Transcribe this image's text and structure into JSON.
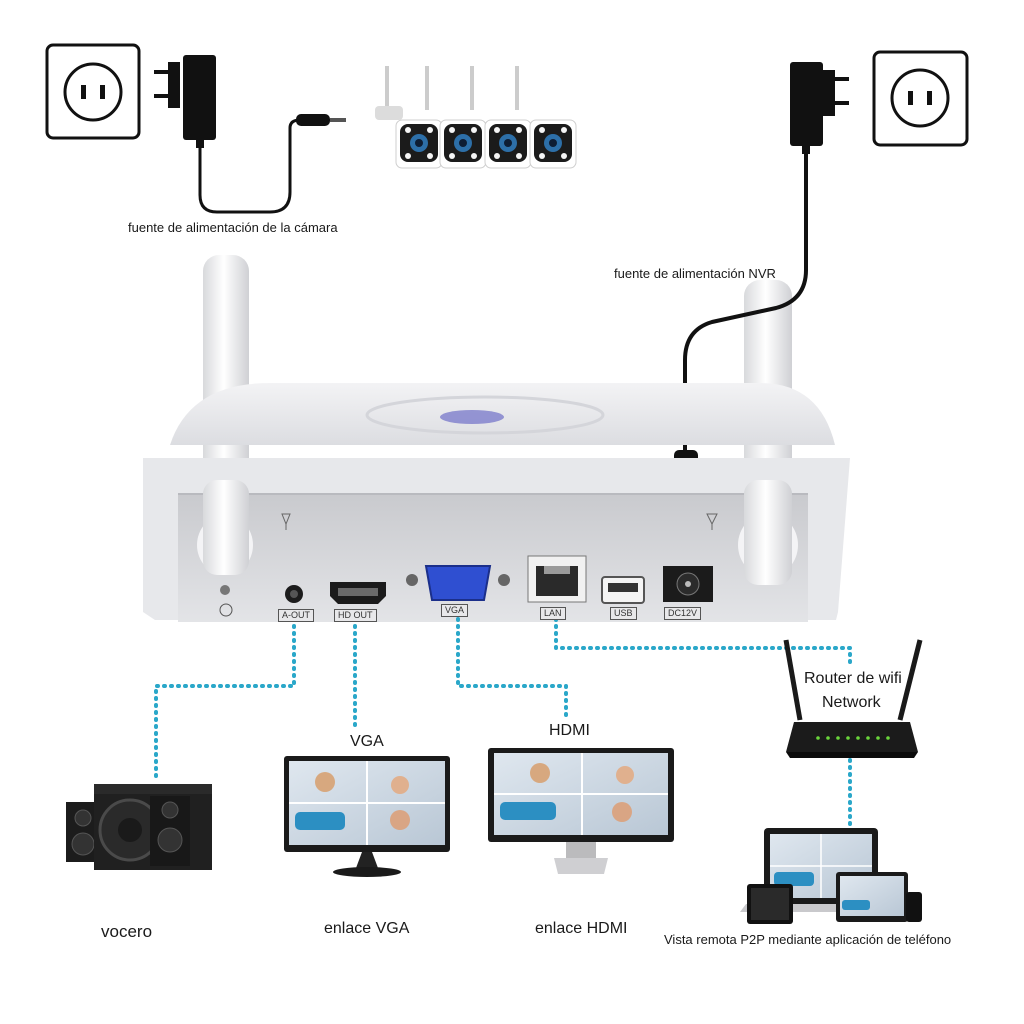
{
  "labels": {
    "camera_power": "fuente de alimentación de la cámara",
    "nvr_power": "fuente de alimentación NVR",
    "router_line1": "Router de wifi",
    "router_line2": "Network",
    "vga_line": "VGA",
    "hdmi_line": "HDMI",
    "speaker": "vocero",
    "vga_link": "enlace VGA",
    "hdmi_link": "enlace HDMI",
    "remote_view": "Vista remota P2P mediante aplicación de teléfono"
  },
  "ports": {
    "audio_out": "A-OUT",
    "hd_out": "HD OUT",
    "vga": "VGA",
    "lan": "LAN",
    "usb": "USB",
    "dc": "DC12V"
  },
  "colors": {
    "dotted_line": "#2aa7c9",
    "vga_port": "#2f4fd1",
    "device_body": "#e6e7ea",
    "cable": "#111111"
  }
}
